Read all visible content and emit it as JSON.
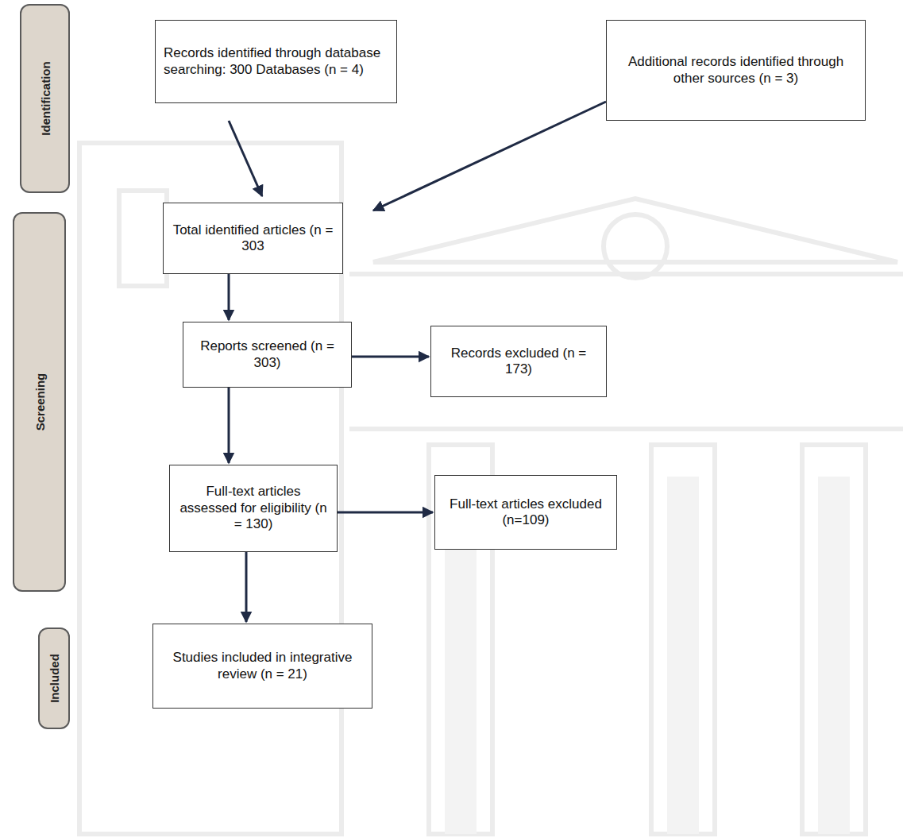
{
  "diagram": {
    "nodes": [
      {
        "text": [
          "Identification"
        ]
      },
      {
        "text": [
          "Records identified through database searching: 300 Databases (n = 4)"
        ]
      },
      {
        "text": [
          "Additional records identified through other sources (n = 3)"
        ]
      },
      {
        "text": [
          "Screening"
        ]
      },
      {
        "text": [
          "Total identified articles (n = 303"
        ]
      },
      {
        "text": [
          "Reports screened (n = 303)"
        ]
      },
      {
        "text": [
          "Records excluded (n = 173)"
        ]
      },
      {
        "text": [
          "Full-text articles assessed for eligibility (n = 130)"
        ]
      },
      {
        "text": [
          "Full-text articles excluded (n=109)"
        ]
      },
      {
        "text": [
          "Included"
        ]
      },
      {
        "text": [
          "Studies included in integrative review (n = 21)"
        ]
      }
    ],
    "edges": [
      {
        "from": 1,
        "to": 4,
        "arrow": "to"
      },
      {
        "from": 2,
        "to": 4,
        "arrow": "to"
      },
      {
        "from": 4,
        "to": 5,
        "arrow": "to"
      },
      {
        "from": 5,
        "to": 6,
        "arrow": "to"
      },
      {
        "from": 5,
        "to": 7,
        "arrow": "to"
      },
      {
        "from": 7,
        "to": 8,
        "arrow": "to"
      },
      {
        "from": 7,
        "to": 10,
        "arrow": "to"
      }
    ]
  }
}
